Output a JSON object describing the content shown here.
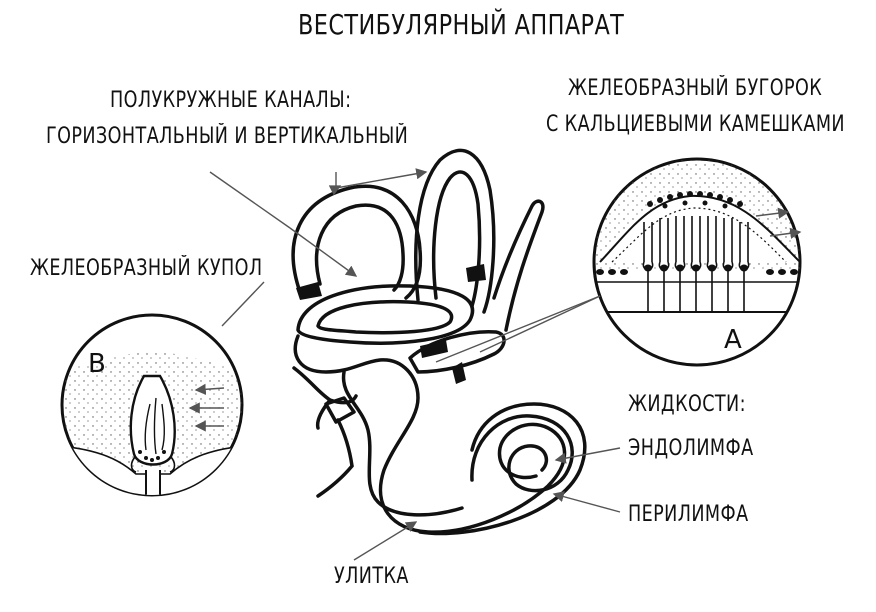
{
  "title": "ВЕСТИБУЛЯРНЫЙ АППАРАТ",
  "labels": {
    "canals_line1": "ПОЛУКРУЖНЫЕ КАНАЛЫ:",
    "canals_line2": "ГОРИЗОНТАЛЬНЫЙ И ВЕРТИКАЛЬНЫЙ",
    "otolith_line1": "ЖЕЛЕОБРАЗНЫЙ БУГОРОК",
    "otolith_line2": "С КАЛЬЦИЕВЫМИ КАМЕШКАМИ",
    "cupula": "ЖЕЛЕОБРАЗНЫЙ КУПОЛ",
    "fluids": "ЖИДКОСТИ:",
    "endolymph": "ЭНДОЛИМФА",
    "perilymph": "ПЕРИЛИМФА",
    "cochlea": "УЛИТКА",
    "inset_a": "A",
    "inset_b": "B"
  },
  "colors": {
    "ink": "#111111",
    "dots": "#444444",
    "arrow": "#555555",
    "background": "#ffffff"
  }
}
